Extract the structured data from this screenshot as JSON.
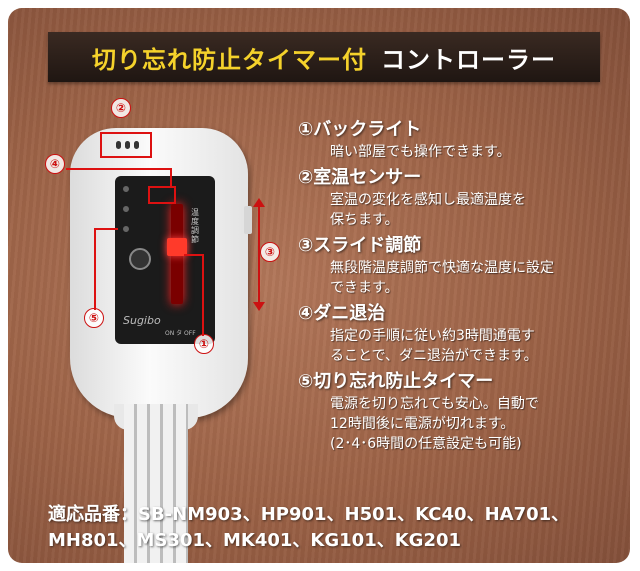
{
  "title": {
    "yellow": "切り忘れ防止タイマー付",
    "white": "コントローラー"
  },
  "device": {
    "brand": "Sugibo",
    "temp_label": "温度調節",
    "off_label": "ON タ OFF"
  },
  "callouts": [
    "②",
    "④",
    "③",
    "⑤",
    "①"
  ],
  "features": [
    {
      "title": "①バックライト",
      "desc": "暗い部屋でも操作できます。"
    },
    {
      "title": "②室温センサー",
      "desc": "室温の変化を感知し最適温度を\n保ちます。"
    },
    {
      "title": "③スライド調節",
      "desc": "無段階温度調節で快適な温度に設定\nできます。"
    },
    {
      "title": "④ダニ退治",
      "desc": "指定の手順に従い約3時間通電す\nることで、ダニ退治ができます。"
    },
    {
      "title": "⑤切り忘れ防止タイマー",
      "desc": "電源を切り忘れても安心。自動で\n12時間後に電源が切れます。\n(2･4･6時間の任意設定も可能)"
    }
  ],
  "models": "適応品番：SB-NM903、HP901、H501、KC40、HA701、MH801、MS301、MK401、KG101、KG201"
}
